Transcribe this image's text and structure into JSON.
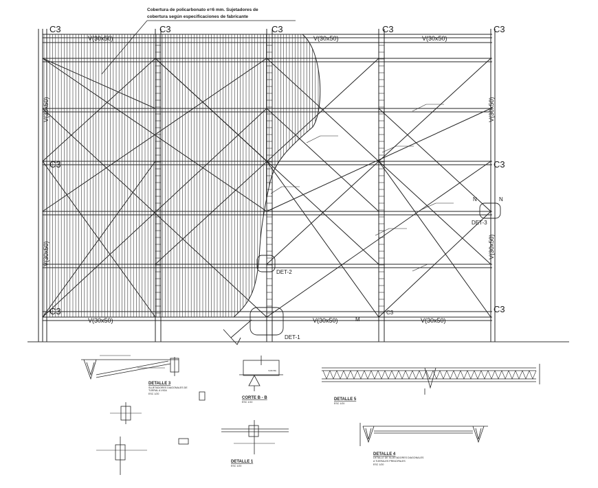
{
  "elevation": {
    "column_label": "C3",
    "beam_label": "V(30x50)",
    "axis_marks": [
      "N",
      "N",
      "M"
    ],
    "detail_callouts": [
      "DET-1",
      "DET-2",
      "DET-3"
    ],
    "cover_note": [
      "Cobertura de policarbonato e=6 mm. Sujetadores de",
      "cobertura según especificaciones de fabricante"
    ]
  },
  "details": {
    "detalle_3": {
      "title": "DETALLE 3",
      "sub1": "SUJETADORES DIAGONALES DE",
      "sub2": "TIJERAL A VIGA",
      "scale": "ESC 1/20"
    },
    "corte_b": {
      "title": "CORTE B - B",
      "scale": "ESC 1/10",
      "beam": "V(30x50)"
    },
    "detalle_5": {
      "title": "DETALLE 5",
      "scale": "ESC 1/20"
    },
    "detalle_1": {
      "title": "DETALLE 1",
      "scale": "ESC 1/20"
    },
    "detalle_4": {
      "title": "DETALLE 4",
      "sub1": "DETALLE DE SUJETADORES DIAGONALES",
      "sub2": "A TIJERALES PRINCIPALES",
      "scale": "ESC 1/20"
    }
  }
}
